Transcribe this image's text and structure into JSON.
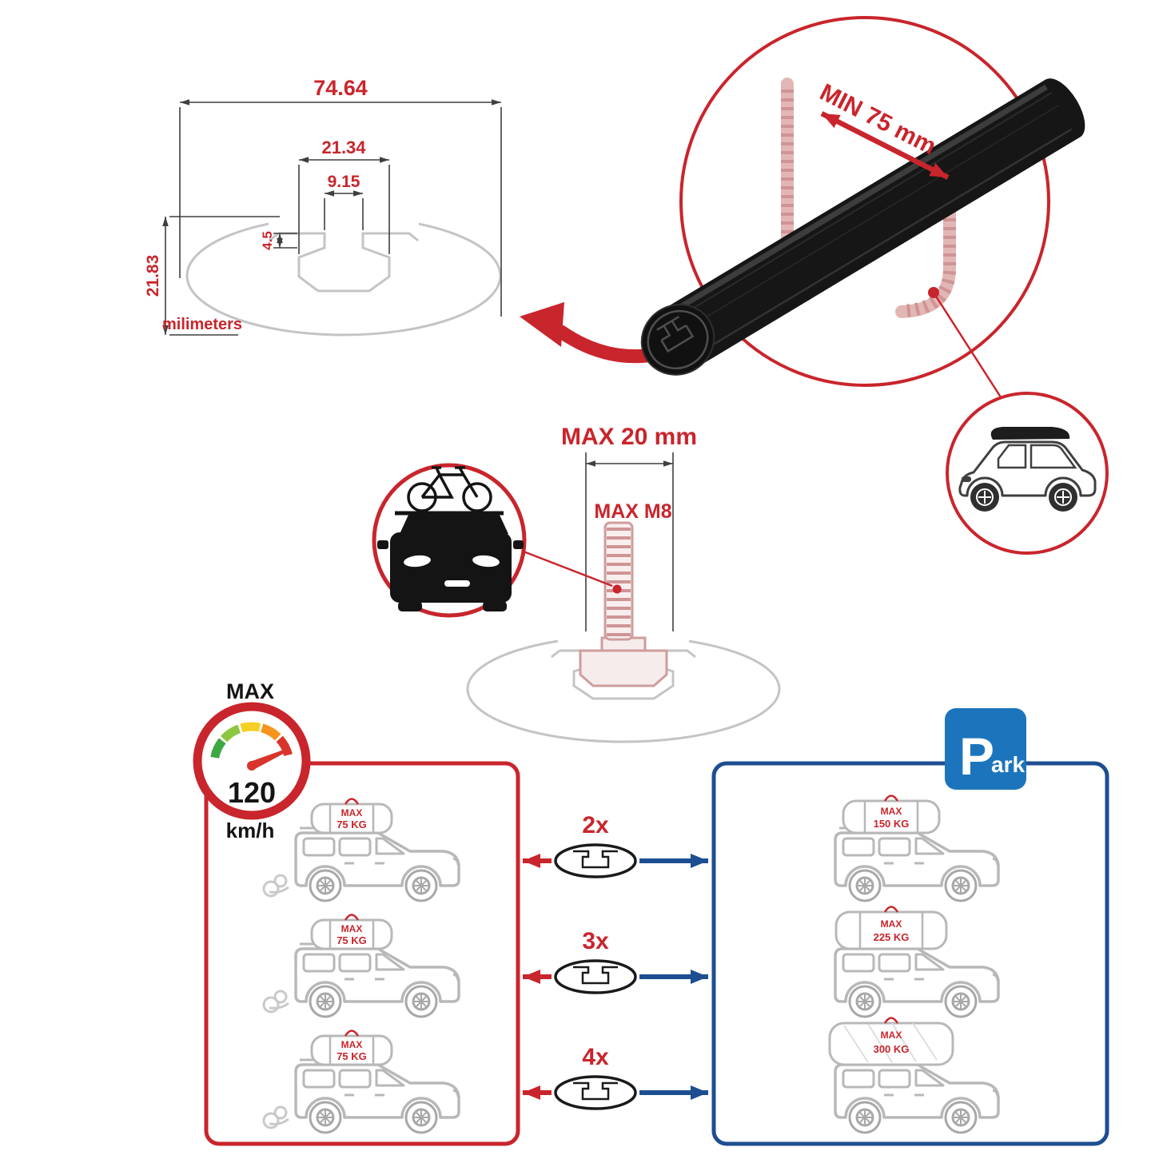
{
  "colors": {
    "red": "#c9252c",
    "panel_blue": "#1d4e91",
    "sign_blue": "#1c75bc",
    "drawing_gray": "#c4c4c4",
    "clamp_pink": "#cf9c9c",
    "black": "#141414"
  },
  "icons": {
    "cross_section_diagram": "elliptical crossbar profile with T-slot",
    "crossbar_3d_icon": "black aerodynamic crossbar",
    "u_clamp_icon": "threaded U-bolt clamp",
    "roofbox_suv_icon": "SUV with rooftop cargo box",
    "car_front_bike_icon": "car front view with bicycle on roof",
    "bolt_icon": "M8 threaded bolt with channel nut",
    "speedometer_icon": "speed gauge",
    "parking_sign_icon": "blue P parking sign",
    "crossbar_section_icon": "small crossbar cross-section",
    "suv_icon": "SUV side view with roof load"
  },
  "dimension_diagram": {
    "width_total": "74.64",
    "slot_outer_width": "21.34",
    "slot_opening_width": "9.15",
    "lip_depth": "4.5",
    "height_total": "21.83",
    "units_label": "milimeters"
  },
  "bar_detail": {
    "min_clamp_span": "MIN 75 mm"
  },
  "bolt_detail": {
    "max_protrusion": "MAX 20 mm",
    "max_thread": "MAX M8"
  },
  "speed_limit": {
    "label": "MAX",
    "value": "120",
    "unit": "km/h"
  },
  "parking_sign": {
    "letter": "P",
    "rest": "ark"
  },
  "capacity": {
    "multipliers": [
      "2x",
      "3x",
      "4x"
    ],
    "moving": [
      {
        "label": "MAX",
        "value": "75 KG"
      },
      {
        "label": "MAX",
        "value": "75 KG"
      },
      {
        "label": "MAX",
        "value": "75 KG"
      }
    ],
    "parked": [
      {
        "label": "MAX",
        "value": "150 KG"
      },
      {
        "label": "MAX",
        "value": "225 KG"
      },
      {
        "label": "MAX",
        "value": "300 KG"
      }
    ]
  }
}
